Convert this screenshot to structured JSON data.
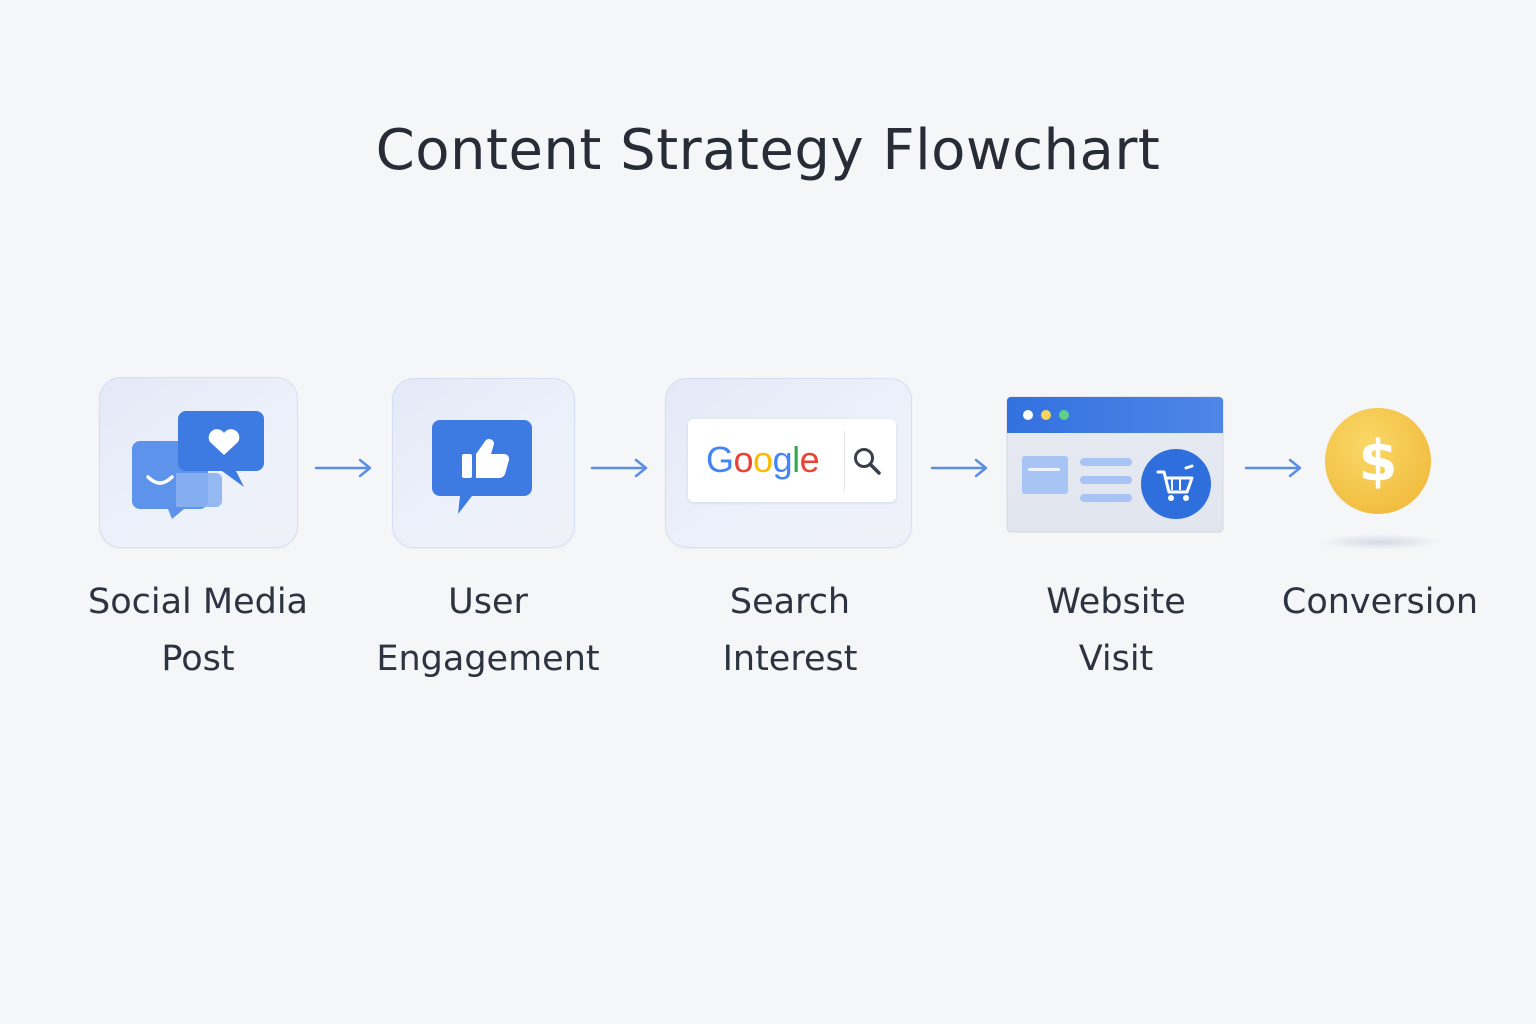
{
  "title": "Content Strategy Flowchart",
  "colors": {
    "background": "#f5f6f8",
    "accent_blue": "#3d7be3",
    "light_blue": "#8fb4f2",
    "coin_gold": "#f3c44a",
    "arrow": "#5b8fe6"
  },
  "steps": [
    {
      "label": "Social Media\nPost",
      "icon": "chat-bubbles-heart-icon"
    },
    {
      "label": "User\nEngagement",
      "icon": "thumbs-up-icon"
    },
    {
      "label": "Search\nInterest",
      "icon": "search-bar-icon",
      "search_text": "Google"
    },
    {
      "label": "Website\nVisit",
      "icon": "browser-cart-icon"
    },
    {
      "label": "Conversion",
      "icon": "dollar-coin-icon"
    }
  ]
}
